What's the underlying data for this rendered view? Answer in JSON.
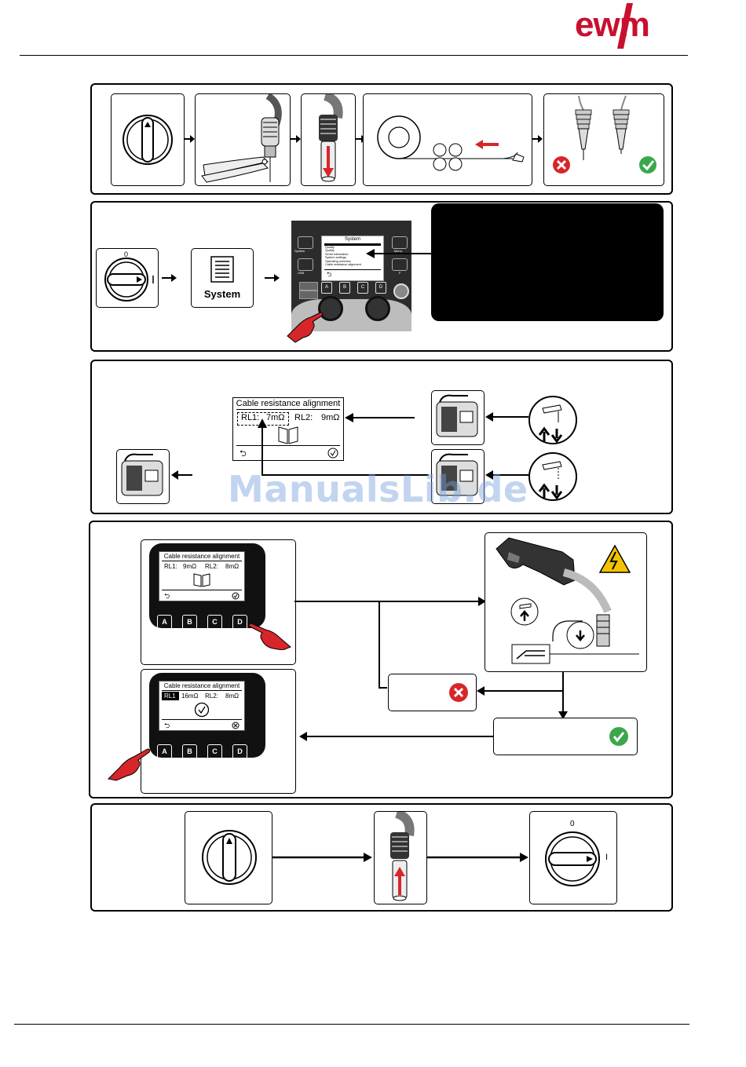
{
  "header": {
    "brand": "ewm"
  },
  "watermark": "ManualsLib.de",
  "section2": {
    "system_button_label": "System",
    "console": {
      "menu_title": "System",
      "menu_items": [
        "Quality",
        "Quality",
        "Serial information",
        "System settings",
        "Operating overview",
        "Cable resistance alignment"
      ],
      "left_labels": [
        "System",
        "USB"
      ],
      "right_labels": [
        "Menu",
        "F"
      ],
      "softkeys": [
        "A",
        "B",
        "C",
        "D"
      ]
    }
  },
  "section3": {
    "display": {
      "title": "Cable resistance alignment",
      "rl1_label": "RL1:",
      "rl1_value": "7mΩ",
      "rl2_label": "RL2:",
      "rl2_value": "9mΩ"
    }
  },
  "section4": {
    "display_top": {
      "title": "Cable resistance alignment",
      "rl1_label": "RL1:",
      "rl1_value": "9mΩ",
      "rl2_label": "RL2:",
      "rl2_value": "8mΩ"
    },
    "display_bottom": {
      "title": "Cable resistance alignment",
      "rl1_label": "RL1",
      "rl1_value": "16mΩ",
      "rl2_label": "RL2:",
      "rl2_value": "8mΩ"
    },
    "softkeys": [
      "A",
      "B",
      "C",
      "D"
    ]
  },
  "section5": {
    "switch_zero": "0",
    "switch_one": "I"
  },
  "colors": {
    "red": "#d7262a",
    "green": "#3aa84a",
    "warning_yellow": "#f3c300",
    "black_panel": "#000000"
  }
}
